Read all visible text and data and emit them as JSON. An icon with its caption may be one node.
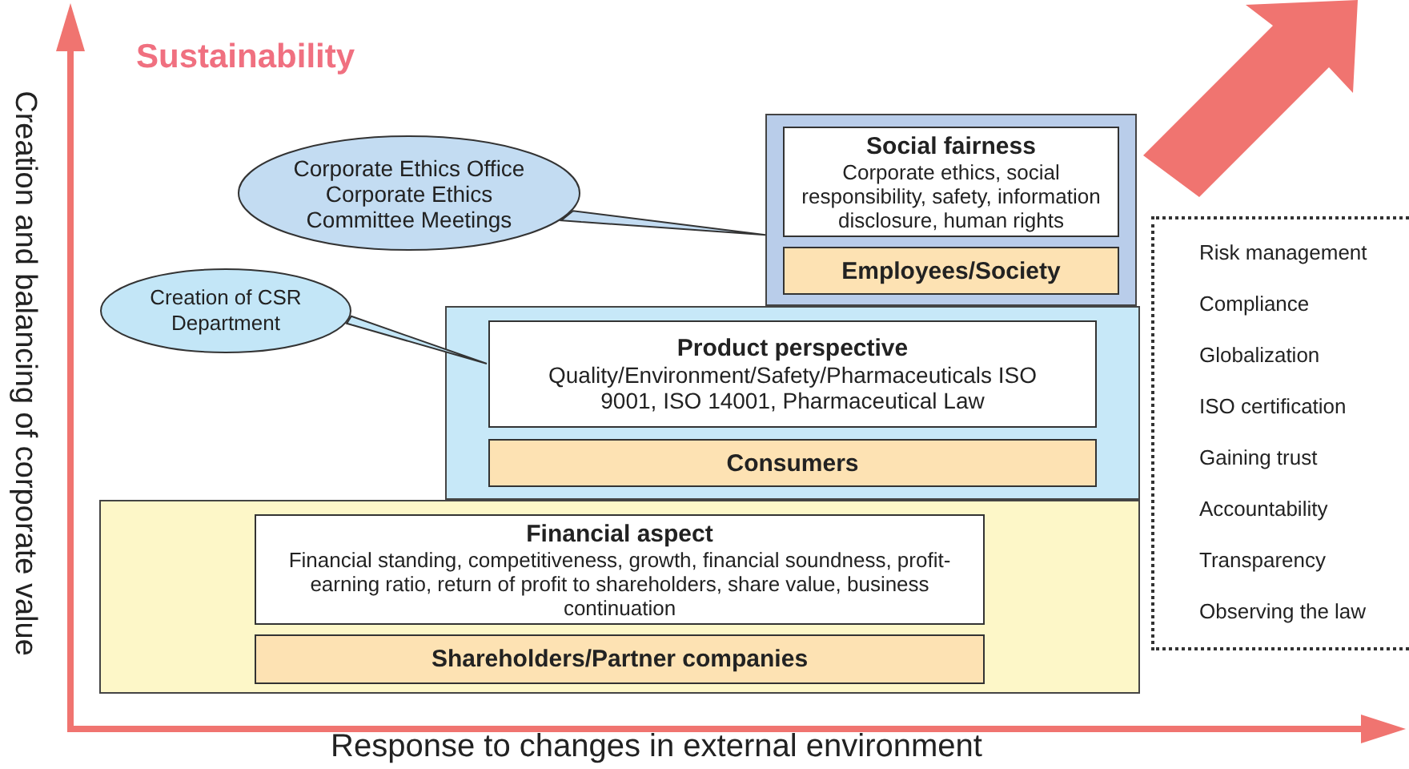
{
  "diagram": {
    "title": "Sustainability",
    "nodes": [
      {
        "text": [],
        "shape": "box"
      },
      {
        "text": [
          "Financial aspect",
          "Financial standing, competitiveness, growth, financial soundness, profit-earning ratio, return of profit to shareholders, share value, business continuation"
        ],
        "in": 0
      },
      {
        "text": [
          "Shareholders/Partner companies"
        ],
        "in": 0
      },
      {
        "text": [],
        "shape": "box"
      },
      {
        "text": [
          "Product perspective",
          "Quality/Environment/Safety/Pharmaceuticals ISO 9001, ISO 14001, Pharmaceutical Law"
        ],
        "in": 3
      },
      {
        "text": [
          "Consumers"
        ],
        "in": 3
      },
      {
        "text": [],
        "shape": "box"
      },
      {
        "text": [
          "Social fairness",
          "Corporate ethics, social responsibility, safety, information disclosure, human rights"
        ],
        "in": 6
      },
      {
        "text": [
          "Employees/Society"
        ],
        "in": 6
      },
      {
        "text": [
          "Corporate Ethics Office Corporate Ethics Committee Meetings"
        ]
      },
      {
        "text": [
          "Creation of CSR Department"
        ]
      },
      {
        "text": [
          "Risk management",
          "Compliance",
          "Globalization",
          "ISO certification",
          "Gaining trust",
          "Accountability",
          "Transparency",
          "Observing the law"
        ]
      }
    ],
    "edges": [
      {
        "from": 9,
        "to": 6,
        "arrow": "none"
      },
      {
        "from": 10,
        "to": 4,
        "arrow": "none"
      }
    ],
    "labels": [
      "Creation and balancing of corporate value",
      "Response to changes in external environment"
    ]
  }
}
